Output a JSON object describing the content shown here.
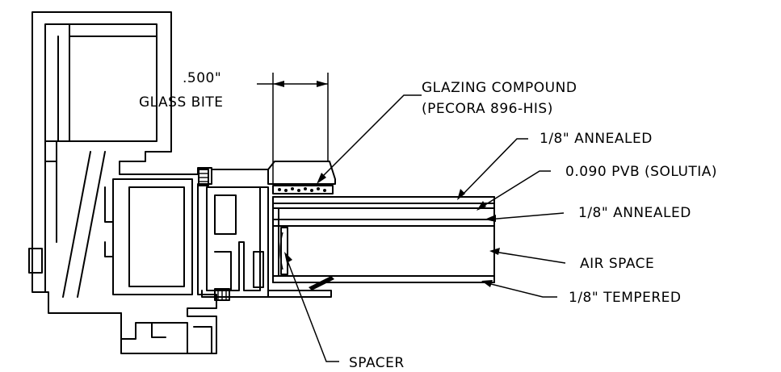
{
  "dimension": {
    "value": ".500\"",
    "label": "GLASS BITE"
  },
  "callouts": {
    "glazing_compound": "GLAZING COMPOUND",
    "glazing_compound_product": "(PECORA 896-HIS)",
    "outer_lite": "1/8\" ANNEALED",
    "interlayer": "0.090 PVB (SOLUTIA)",
    "inner_laminated_lite": "1/8\" ANNEALED",
    "air_space": "AIR SPACE",
    "tempered_lite": "1/8\" TEMPERED",
    "spacer": "SPACER"
  }
}
